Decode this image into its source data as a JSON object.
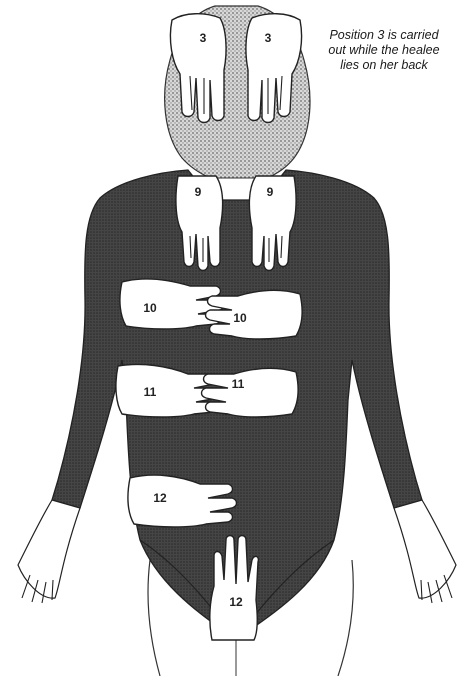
{
  "caption": {
    "line1": "Position 3 is carried",
    "line2": "out while the healee",
    "line3": "lies on her back"
  },
  "positions": [
    {
      "id": "3a",
      "label": "3"
    },
    {
      "id": "3b",
      "label": "3"
    },
    {
      "id": "9a",
      "label": "9"
    },
    {
      "id": "9b",
      "label": "9"
    },
    {
      "id": "10a",
      "label": "10"
    },
    {
      "id": "10b",
      "label": "10"
    },
    {
      "id": "11a",
      "label": "11"
    },
    {
      "id": "11b",
      "label": "11"
    },
    {
      "id": "12a",
      "label": "12"
    },
    {
      "id": "12b",
      "label": "12"
    }
  ],
  "colors": {
    "bodysuit": "#3a3a3a",
    "head_stipple": "#9a9a9a",
    "outline": "#222222"
  }
}
